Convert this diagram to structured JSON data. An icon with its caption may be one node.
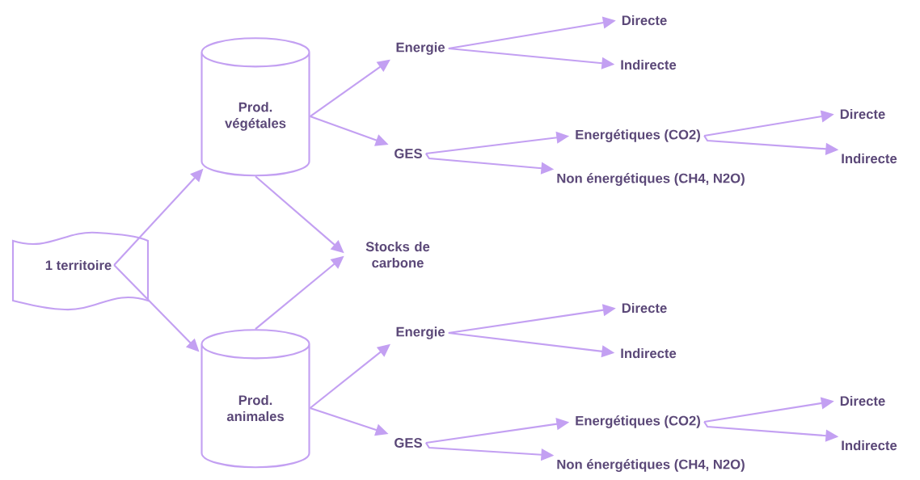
{
  "diagram": {
    "nodes": [
      {
        "text": [
          "1 territoire"
        ]
      },
      {
        "text": [
          "Prod. végétales"
        ]
      },
      {
        "text": [
          "Energie"
        ]
      },
      {
        "text": [
          "Directe"
        ]
      },
      {
        "text": [
          "Indirecte"
        ]
      },
      {
        "text": [
          "GES"
        ]
      },
      {
        "text": [
          "Energétiques (CO2)"
        ]
      },
      {
        "text": [
          "Non énergétiques (CH4, N2O)"
        ]
      },
      {
        "text": [
          "Directe"
        ]
      },
      {
        "text": [
          "Indirecte"
        ]
      },
      {
        "text": [
          "Stocks de carbone"
        ]
      },
      {
        "text": [
          "Prod. animales"
        ]
      },
      {
        "text": [
          "Energie"
        ]
      },
      {
        "text": [
          "Directe"
        ]
      },
      {
        "text": [
          "Indirecte"
        ]
      },
      {
        "text": [
          "GES"
        ]
      },
      {
        "text": [
          "Energétiques (CO2)"
        ]
      },
      {
        "text": [
          "Non énergétiques (CH4, N2O)"
        ]
      },
      {
        "text": [
          "Directe"
        ]
      },
      {
        "text": [
          "Indirecte"
        ]
      }
    ],
    "edges": [
      {
        "from": 0,
        "to": 1,
        "arrow": "to"
      },
      {
        "from": 0,
        "to": 11,
        "arrow": "to"
      },
      {
        "from": 1,
        "to": 2,
        "arrow": "to"
      },
      {
        "from": 1,
        "to": 5,
        "arrow": "to"
      },
      {
        "from": 2,
        "to": 3,
        "arrow": "to"
      },
      {
        "from": 2,
        "to": 4,
        "arrow": "to"
      },
      {
        "from": 5,
        "to": 6,
        "arrow": "to"
      },
      {
        "from": 5,
        "to": 7,
        "arrow": "to"
      },
      {
        "from": 6,
        "to": 8,
        "arrow": "to"
      },
      {
        "from": 6,
        "to": 9,
        "arrow": "to"
      },
      {
        "from": 1,
        "to": 10,
        "arrow": "to"
      },
      {
        "from": 11,
        "to": 10,
        "arrow": "to"
      },
      {
        "from": 11,
        "to": 12,
        "arrow": "to"
      },
      {
        "from": 11,
        "to": 15,
        "arrow": "to"
      },
      {
        "from": 12,
        "to": 13,
        "arrow": "to"
      },
      {
        "from": 12,
        "to": 14,
        "arrow": "to"
      },
      {
        "from": 15,
        "to": 16,
        "arrow": "to"
      },
      {
        "from": 15,
        "to": 17,
        "arrow": "to"
      },
      {
        "from": 16,
        "to": 18,
        "arrow": "to"
      },
      {
        "from": 16,
        "to": 19,
        "arrow": "to"
      }
    ]
  }
}
